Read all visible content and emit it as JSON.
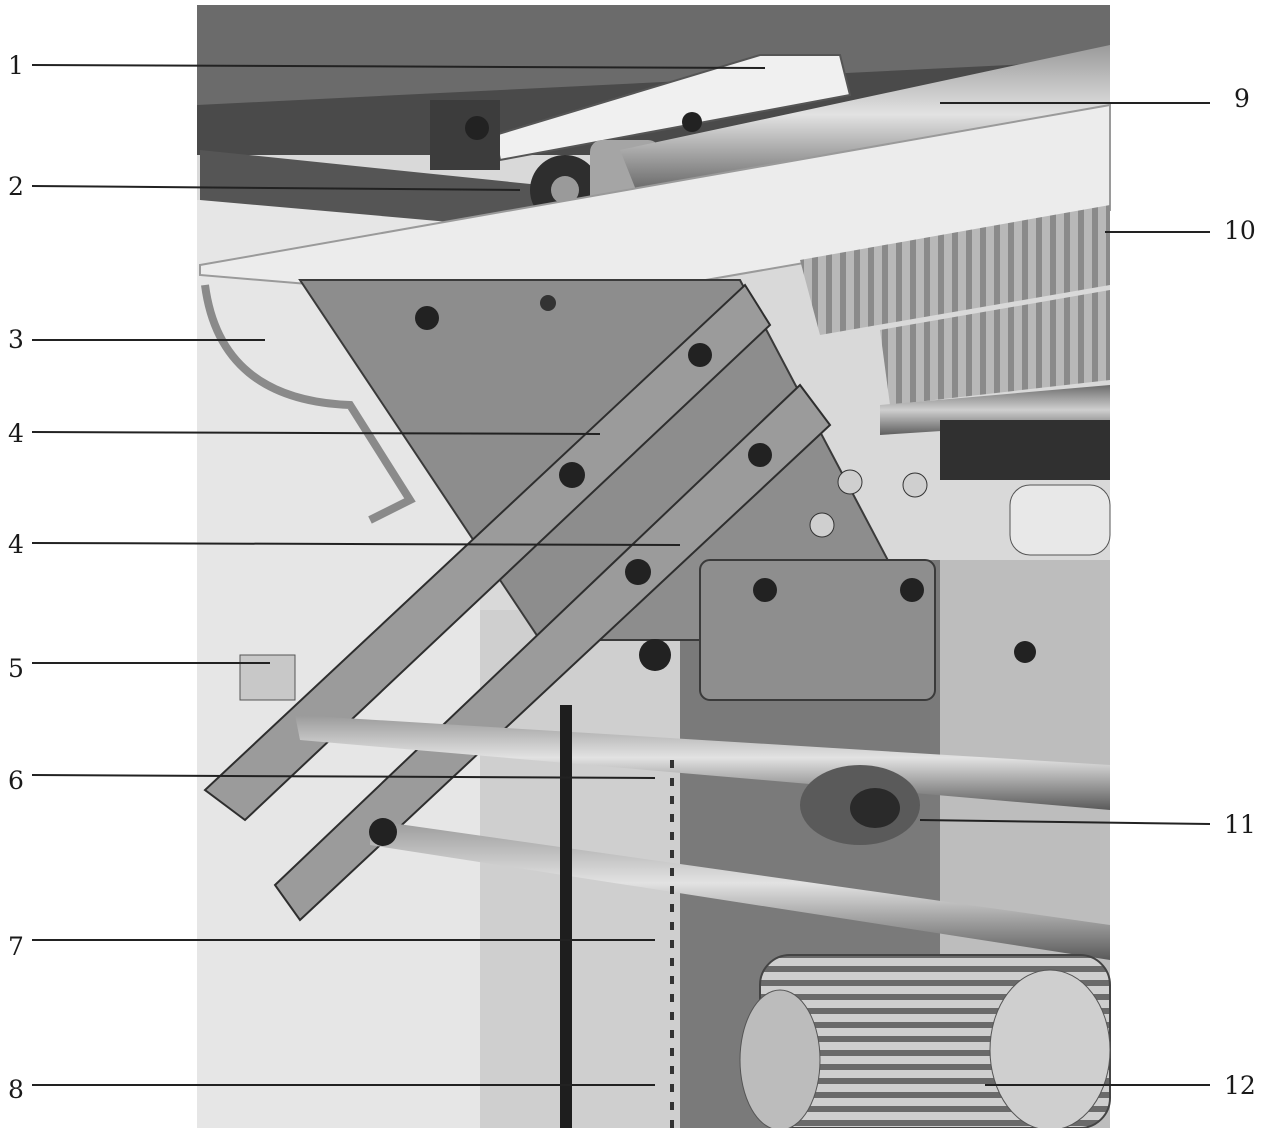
{
  "figure": {
    "description_kind": "machine-photo-with-numbered-callouts",
    "callouts_left": [
      {
        "id": "c1",
        "label": "1"
      },
      {
        "id": "c2",
        "label": "2"
      },
      {
        "id": "c3",
        "label": "3"
      },
      {
        "id": "c4a",
        "label": "4"
      },
      {
        "id": "c4b",
        "label": "4"
      },
      {
        "id": "c5",
        "label": "5"
      },
      {
        "id": "c6",
        "label": "6"
      },
      {
        "id": "c7",
        "label": "7"
      },
      {
        "id": "c8",
        "label": "8"
      }
    ],
    "callouts_right": [
      {
        "id": "c9",
        "label": "9"
      },
      {
        "id": "c10",
        "label": "10"
      },
      {
        "id": "c11",
        "label": "11"
      },
      {
        "id": "c12",
        "label": "12"
      }
    ],
    "colors": {
      "background": "#ffffff",
      "label_text": "#1a1a1a",
      "leader_line": "#222222"
    }
  }
}
